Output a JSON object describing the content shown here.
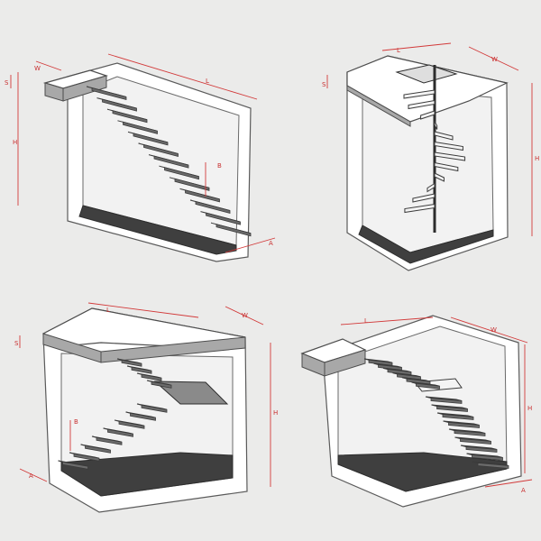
{
  "panels": [
    {
      "id": "straight-stair-with-landing",
      "labels": {
        "L": "L",
        "W": "W",
        "H": "H",
        "S": "S",
        "B": "B",
        "A": "A"
      }
    },
    {
      "id": "spiral-stair",
      "labels": {
        "L": "L",
        "W": "W",
        "H": "H",
        "S": "S"
      }
    },
    {
      "id": "open-top-floating-stair",
      "labels": {
        "L": "L",
        "W": "W",
        "H": "H",
        "S": "S",
        "B": "B",
        "A": "A"
      }
    },
    {
      "id": "two-flight-stair",
      "labels": {
        "L": "L",
        "W": "W",
        "H": "H",
        "A": "A"
      }
    }
  ]
}
